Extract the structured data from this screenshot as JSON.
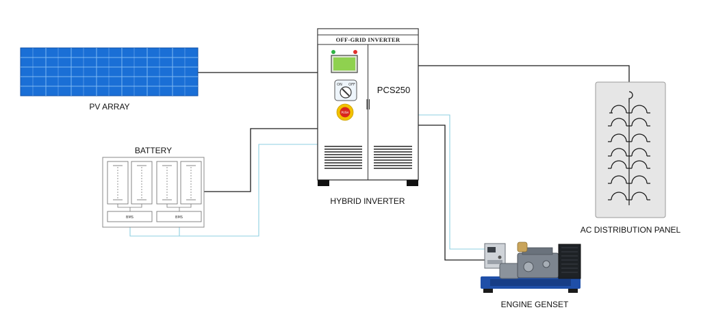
{
  "labels": {
    "pv_array": "PV ARRAY",
    "battery": "BATTERY",
    "hybrid_inverter": "HYBRID INVERTER",
    "ac_panel": "AC DISTRIBUTION PANEL",
    "engine_genset": "ENGINE GENSET"
  },
  "inverter": {
    "top_label": "OFF-GRID INVERTER",
    "model": "PCS250",
    "switch_on": "ON",
    "switch_off": "OFF",
    "estop_label": "PUSH"
  },
  "battery": {
    "bms_labels": [
      "BMS",
      "BMS"
    ]
  },
  "colors": {
    "solar_panel": "#1a6fd6",
    "solar_grid": "#7fb8f2",
    "dc_wire": "#1a1a1a",
    "comm_wire": "#8ecfe0",
    "inverter_screen": "#8fd14f",
    "led_green": "#2fb344",
    "led_red": "#e0302a",
    "estop_ring": "#f2c200",
    "estop_button": "#d9261c",
    "panel_fill": "#e6e6e6",
    "genset_base": "#1f4fa8"
  }
}
